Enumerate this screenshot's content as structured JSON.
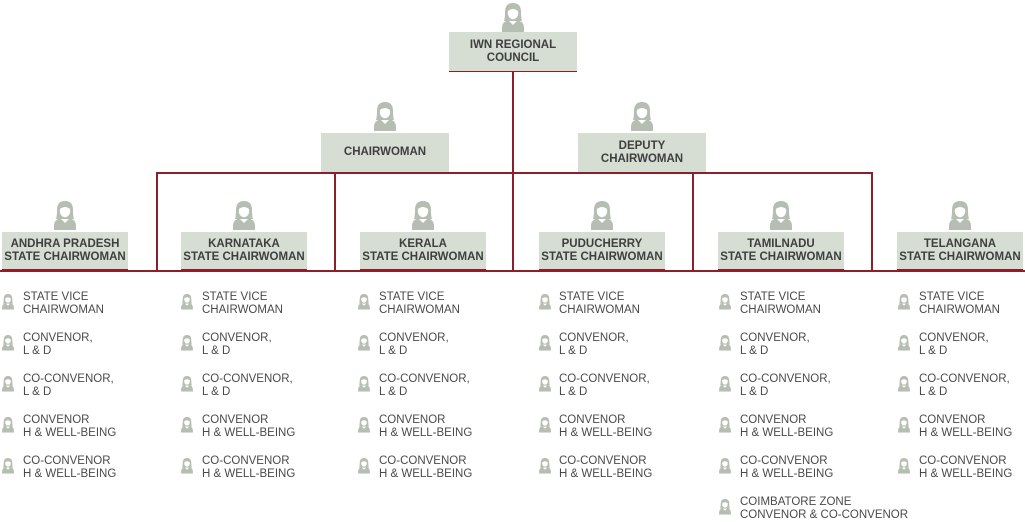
{
  "colors": {
    "box_fill": "#d6ddd2",
    "line": "#8b1f2b",
    "icon": "#b6bdb2",
    "text": "#3f3f3f"
  },
  "top": {
    "label": "IWN REGIONAL\nCOUNCIL",
    "icon": "woman-avatar-icon"
  },
  "chair": {
    "label": "CHAIRWOMAN",
    "icon": "woman-avatar-icon"
  },
  "deputy": {
    "label": "DEPUTY\nCHAIRWOMAN",
    "icon": "woman-avatar-icon"
  },
  "states": [
    {
      "label": "ANDHRA PRADESH\nSTATE CHAIRWOMAN",
      "members": [
        "STATE VICE\nCHAIRWOMAN",
        "CONVENOR,\nL & D",
        "CO-CONVENOR,\nL & D",
        "CONVENOR\nH & WELL-BEING",
        "CO-CONVENOR\nH & WELL-BEING"
      ]
    },
    {
      "label": "KARNATAKA\nSTATE CHAIRWOMAN",
      "members": [
        "STATE VICE\nCHAIRWOMAN",
        "CONVENOR,\nL & D",
        "CO-CONVENOR,\nL & D",
        "CONVENOR\nH & WELL-BEING",
        "CO-CONVENOR\nH & WELL-BEING"
      ]
    },
    {
      "label": "KERALA\nSTATE CHAIRWOMAN",
      "members": [
        "STATE VICE\nCHAIRWOMAN",
        "CONVENOR,\nL & D",
        "CO-CONVENOR,\nL & D",
        "CONVENOR\nH & WELL-BEING",
        "CO-CONVENOR\nH & WELL-BEING"
      ]
    },
    {
      "label": "PUDUCHERRY\nSTATE CHAIRWOMAN",
      "members": [
        "STATE VICE\nCHAIRWOMAN",
        "CONVENOR,\nL & D",
        "CO-CONVENOR,\nL & D",
        "CONVENOR\nH & WELL-BEING",
        "CO-CONVENOR\nH & WELL-BEING"
      ]
    },
    {
      "label": "TAMILNADU\nSTATE CHAIRWOMAN",
      "members": [
        "STATE VICE\nCHAIRWOMAN",
        "CONVENOR,\nL & D",
        "CO-CONVENOR,\nL & D",
        "CONVENOR\nH & WELL-BEING",
        "CO-CONVENOR\nH & WELL-BEING",
        "COIMBATORE ZONE\nCONVENOR & CO-CONVENOR"
      ]
    },
    {
      "label": "TELANGANA\nSTATE CHAIRWOMAN",
      "members": [
        "STATE VICE\nCHAIRWOMAN",
        "CONVENOR,\nL & D",
        "CO-CONVENOR,\nL & D",
        "CONVENOR\nH & WELL-BEING",
        "CO-CONVENOR\nH & WELL-BEING"
      ]
    }
  ]
}
